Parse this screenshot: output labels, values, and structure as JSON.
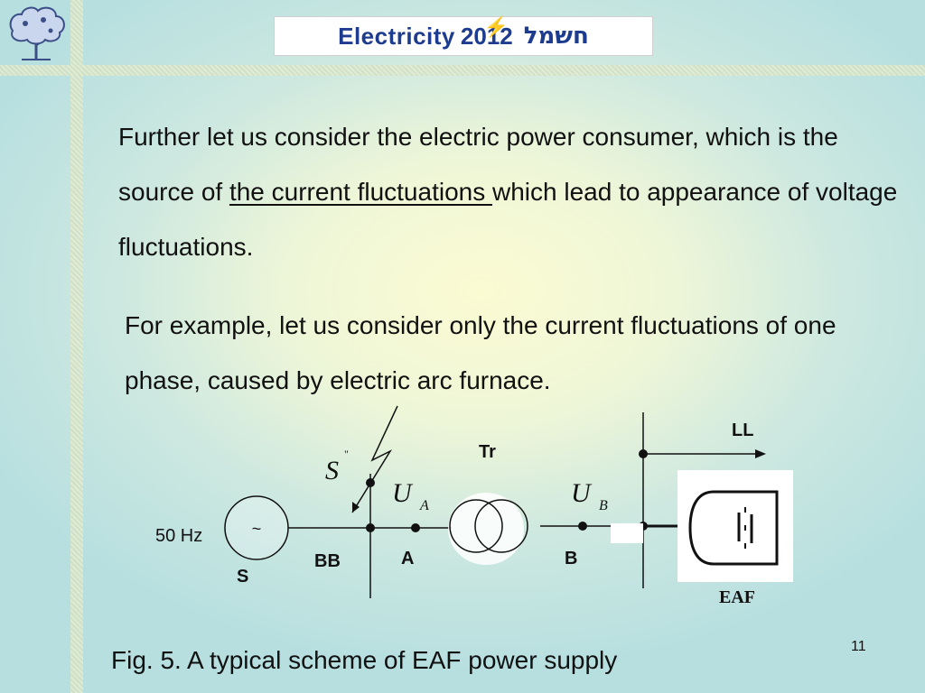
{
  "header": {
    "banner_en": "Electricity",
    "banner_year": "2012",
    "banner_he": "חשמל",
    "logo": "tree-logo-icon"
  },
  "body": {
    "p1_before": "Further let us consider the electric power consumer, which is the source of ",
    "p1_link": "the current fluctuations ",
    "p1_after": "which lead to appearance of voltage fluctuations.",
    "p2": "For example, let us consider only the current fluctuations of one phase, caused by electric arc furnace."
  },
  "diagram": {
    "freq": "50 Hz",
    "source_symbol": "~",
    "source_label": "S",
    "bus_label": "BB",
    "node_a": "A",
    "node_b": "B",
    "transformer_label": "Tr",
    "power_symbol": "S",
    "power_sup": "\"",
    "voltage_a": "U",
    "voltage_a_sub": "A",
    "voltage_b": "U",
    "voltage_b_sub": "B",
    "load_label": "LL",
    "furnace_label": "EAF"
  },
  "caption": "Fig. 5.  A typical scheme of EAF power supply",
  "page_number": "11"
}
